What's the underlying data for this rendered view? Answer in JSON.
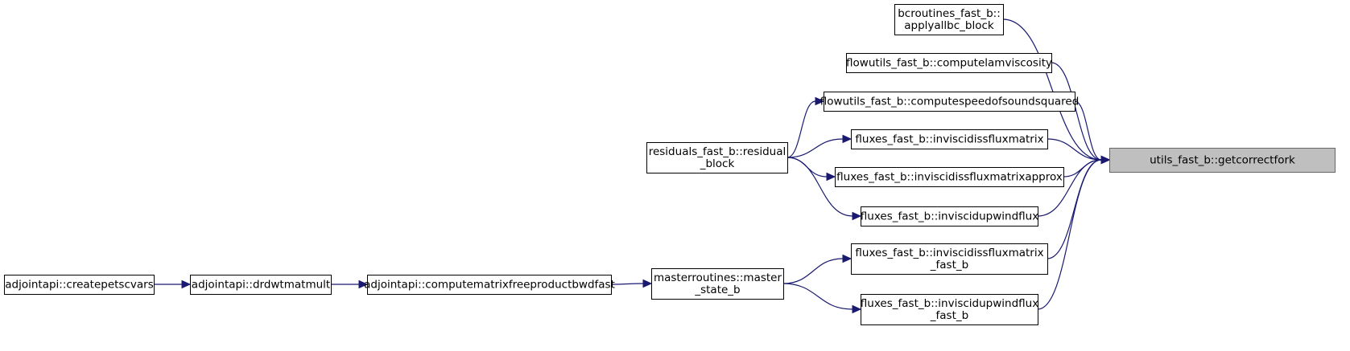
{
  "title": "",
  "colors": {
    "edge": "#191970",
    "node_border": "#000000",
    "root_fill": "#bfbfbf",
    "root_border": "#666666",
    "node_fill": "#ffffff"
  },
  "nodes": [
    {
      "id": "getcorrectfork",
      "lines": [
        "utils_fast_b::getcorrectfork"
      ]
    },
    {
      "id": "applyallbc_block",
      "lines": [
        "bcroutines_fast_b::",
        "applyallbc_block"
      ]
    },
    {
      "id": "computelamviscosity",
      "lines": [
        "flowutils_fast_b::computelamviscosity"
      ]
    },
    {
      "id": "computespeedofsoundsquared",
      "lines": [
        "flowutils_fast_b::computespeedofsoundsquared"
      ]
    },
    {
      "id": "inviscidissfluxmatrix",
      "lines": [
        "fluxes_fast_b::inviscidissfluxmatrix"
      ]
    },
    {
      "id": "inviscidissfluxmatrixapprox",
      "lines": [
        "fluxes_fast_b::inviscidissfluxmatrixapprox"
      ]
    },
    {
      "id": "inviscidupwindflux",
      "lines": [
        "fluxes_fast_b::inviscidupwindflux"
      ]
    },
    {
      "id": "inviscidissfluxmatrix_fast_b",
      "lines": [
        "fluxes_fast_b::inviscidissfluxmatrix",
        "_fast_b"
      ]
    },
    {
      "id": "inviscidupwindflux_fast_b",
      "lines": [
        "fluxes_fast_b::inviscidupwindflux",
        "_fast_b"
      ]
    },
    {
      "id": "residual_block",
      "lines": [
        "residuals_fast_b::residual",
        "_block"
      ]
    },
    {
      "id": "master_state_b",
      "lines": [
        "masterroutines::master",
        "_state_b"
      ]
    },
    {
      "id": "computematrixfreeproductbwdfast",
      "lines": [
        "adjointapi::computematrixfreeproductbwdfast"
      ]
    },
    {
      "id": "drdwtmatmult",
      "lines": [
        "adjointapi::drdwtmatmult"
      ]
    },
    {
      "id": "createpetscvars",
      "lines": [
        "adjointapi::createpetscvars"
      ]
    }
  ],
  "edges": [
    {
      "from": "applyallbc_block",
      "to": "getcorrectfork"
    },
    {
      "from": "computelamviscosity",
      "to": "getcorrectfork"
    },
    {
      "from": "computespeedofsoundsquared",
      "to": "getcorrectfork"
    },
    {
      "from": "inviscidissfluxmatrix",
      "to": "getcorrectfork"
    },
    {
      "from": "inviscidissfluxmatrixapprox",
      "to": "getcorrectfork"
    },
    {
      "from": "inviscidupwindflux",
      "to": "getcorrectfork"
    },
    {
      "from": "inviscidissfluxmatrix_fast_b",
      "to": "getcorrectfork"
    },
    {
      "from": "inviscidupwindflux_fast_b",
      "to": "getcorrectfork"
    },
    {
      "from": "residual_block",
      "to": "computespeedofsoundsquared"
    },
    {
      "from": "residual_block",
      "to": "inviscidissfluxmatrix"
    },
    {
      "from": "residual_block",
      "to": "inviscidissfluxmatrixapprox"
    },
    {
      "from": "residual_block",
      "to": "inviscidupwindflux"
    },
    {
      "from": "master_state_b",
      "to": "inviscidissfluxmatrix_fast_b"
    },
    {
      "from": "master_state_b",
      "to": "inviscidupwindflux_fast_b"
    },
    {
      "from": "computematrixfreeproductbwdfast",
      "to": "master_state_b"
    },
    {
      "from": "drdwtmatmult",
      "to": "computematrixfreeproductbwdfast"
    },
    {
      "from": "createpetscvars",
      "to": "drdwtmatmult"
    }
  ]
}
